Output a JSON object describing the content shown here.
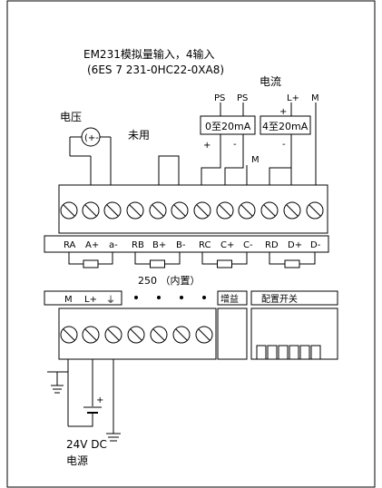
{
  "title": {
    "line1": "EM231模拟量输入，4输入",
    "line2": "(6ES 7 231-0HC22-0XA8)"
  },
  "labels": {
    "voltage": "电压",
    "current": "电流",
    "unused": "未用",
    "power_source": "电源",
    "power_voltage": "24V DC",
    "resistor_value": "250 （内置）",
    "gain": "增益",
    "config_switch": "配置开关",
    "range_a": "0至20mA",
    "range_b": "4至20mA",
    "ps": "PS",
    "l_plus": "L+",
    "m": "M",
    "plus": "+",
    "minus": "-"
  },
  "top_terminals": [
    "RA",
    "A+",
    "a-",
    "RB",
    "B+",
    "B-",
    "RC",
    "C+",
    "C-",
    "RD",
    "D+",
    "D-"
  ],
  "power_terminals": [
    "M",
    "L+",
    "⏚"
  ],
  "switch_count": 6
}
